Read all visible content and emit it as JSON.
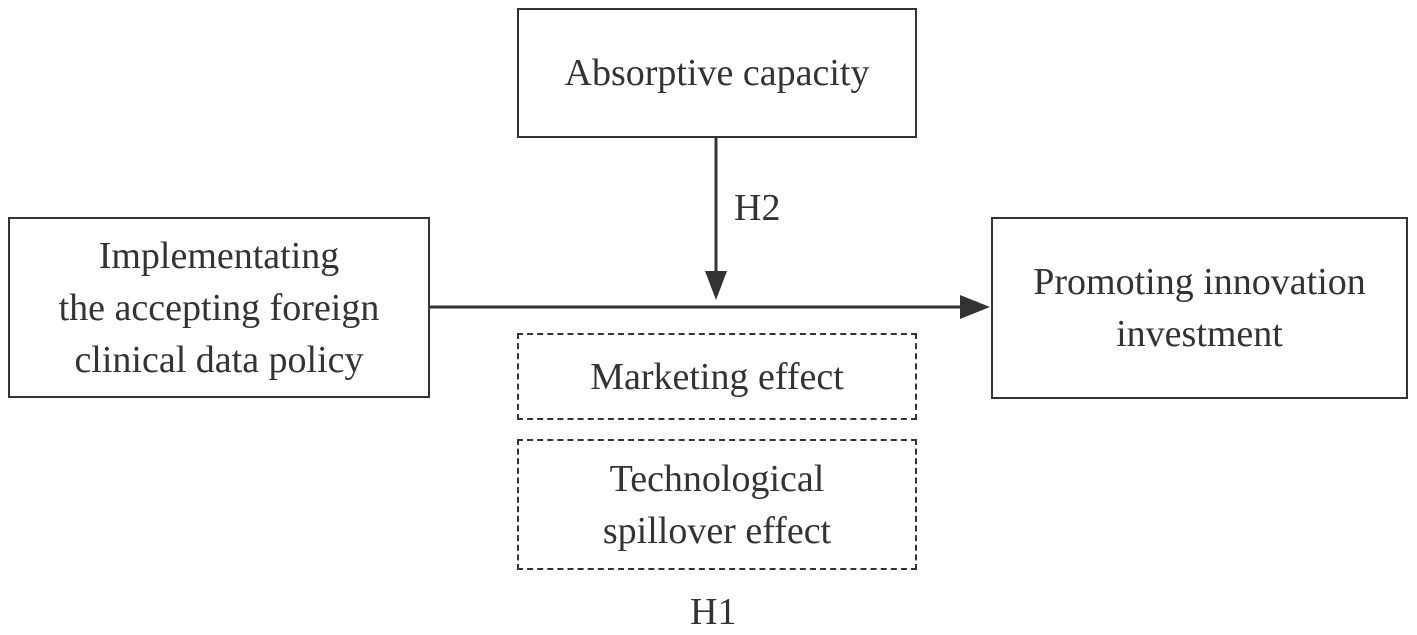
{
  "nodes": {
    "absorptive": [
      "Absorptive capacity"
    ],
    "policy": [
      "Implementating",
      "the accepting foreign",
      "clinical data policy"
    ],
    "promoting": [
      "Promoting innovation",
      "investment"
    ],
    "marketing": [
      "Marketing effect"
    ],
    "technological": [
      "Technological",
      "spillover effect"
    ]
  },
  "labels": {
    "h2": "H2",
    "h1": "H1"
  },
  "edges": [
    {
      "from": "policy",
      "to": "promoting",
      "style": "solid-arrow"
    },
    {
      "from": "absorptive",
      "to": "policy-promoting-edge",
      "style": "solid-arrow",
      "label": "H2"
    }
  ],
  "colors": {
    "stroke": "#333333",
    "text": "#333333",
    "background": "#ffffff"
  }
}
